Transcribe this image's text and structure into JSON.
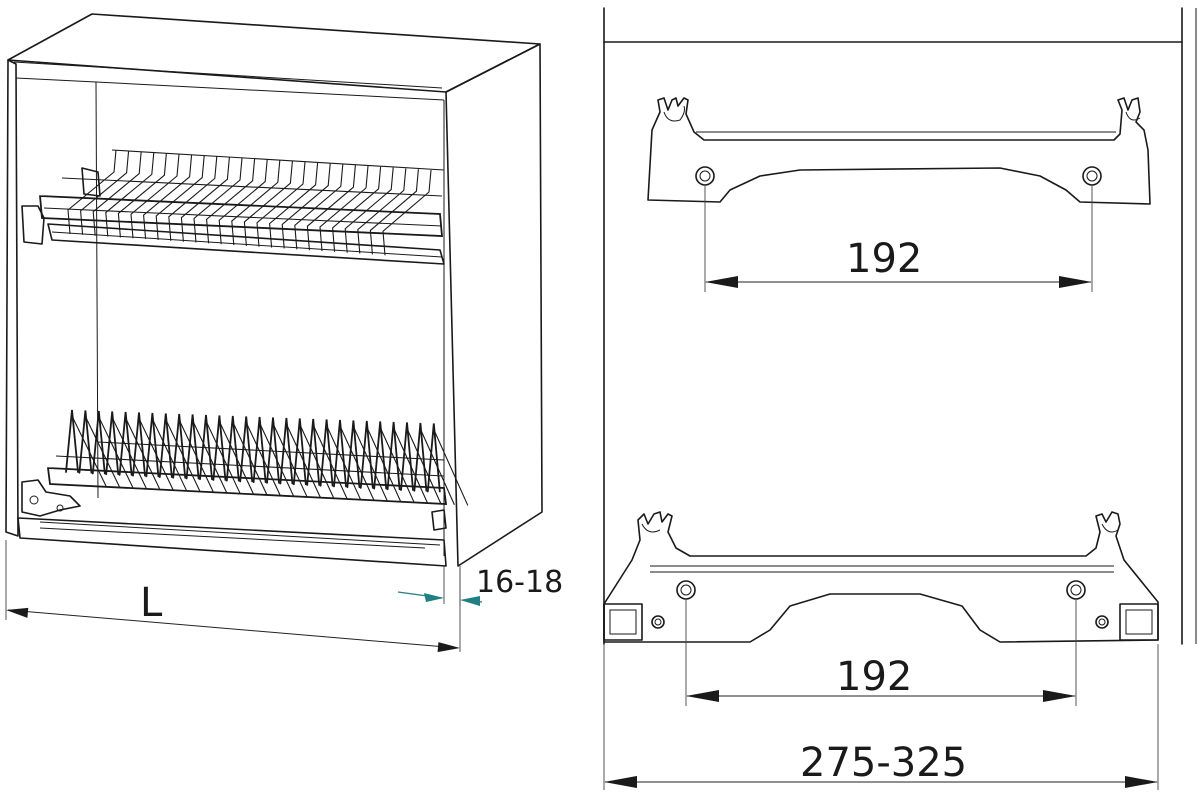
{
  "dimensions": {
    "cabinet_width": "L",
    "side_panel_thickness": "16-18",
    "top_bracket_hole_spacing": "192",
    "bottom_bracket_hole_spacing": "192",
    "cabinet_depth_range": "275-325"
  },
  "colors": {
    "line": "#1a1a1a",
    "thickness_arrow": "#1f7f82",
    "background": "#ffffff"
  }
}
